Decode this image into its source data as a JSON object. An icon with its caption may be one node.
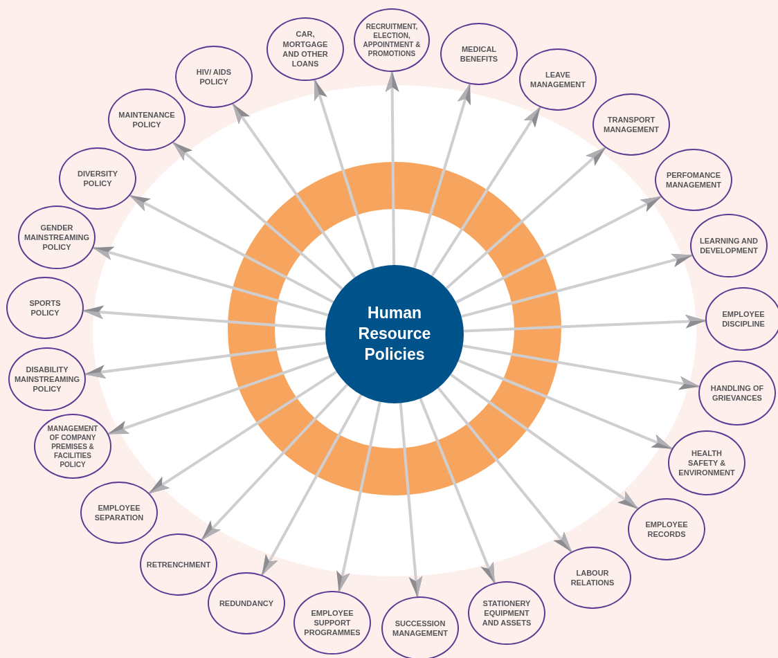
{
  "diagram": {
    "nodes": [
      {
        "text": [
          "Human Resource Policies"
        ]
      },
      {
        "text": [
          "RECRUITMENT, ELECTION, APPOINTMENT & PROMOTIONS"
        ]
      },
      {
        "text": [
          "MEDICAL BENEFITS"
        ]
      },
      {
        "text": [
          "LEAVE MANAGEMENT"
        ]
      },
      {
        "text": [
          "TRANSPORT MANAGEMENT"
        ]
      },
      {
        "text": [
          "PERFOMANCE MANAGEMENT"
        ]
      },
      {
        "text": [
          "LEARNING AND DEVELOPMENT"
        ]
      },
      {
        "text": [
          "EMPLOYEE DISCIPLINE"
        ]
      },
      {
        "text": [
          "HANDLING OF GRIEVANCES"
        ]
      },
      {
        "text": [
          "HEALTH SAFETY & ENVIRONMENT"
        ]
      },
      {
        "text": [
          "EMPLOYEE RECORDS"
        ]
      },
      {
        "text": [
          "LABOUR RELATIONS"
        ]
      },
      {
        "text": [
          "STATIONERY EQUIPMENT AND ASSETS"
        ]
      },
      {
        "text": [
          "SUCCESSION MANAGEMENT"
        ]
      },
      {
        "text": [
          "EMPLOYEE SUPPORT PROGRAMMES"
        ]
      },
      {
        "text": [
          "REDUNDANCY"
        ]
      },
      {
        "text": [
          "RETRENCHMENT"
        ]
      },
      {
        "text": [
          "EMPLOYEE SEPARATION"
        ]
      },
      {
        "text": [
          "MANAGEMENT OF COMPANY PREMISES & FACILITIES POLICY"
        ]
      },
      {
        "text": [
          "DISABILITY MAINSTREAMING POLICY"
        ]
      },
      {
        "text": [
          "SPORTS POLICY"
        ]
      },
      {
        "text": [
          "GENDER MAINSTREAMING POLICY"
        ]
      },
      {
        "text": [
          "DIVERSITY POLICY"
        ]
      },
      {
        "text": [
          "MAINTENANCE POLICY"
        ]
      },
      {
        "text": [
          "HIV/ AIDS POLICY"
        ]
      },
      {
        "text": [
          "CAR, MORTGAGE AND OTHER LOANS"
        ]
      }
    ],
    "edges": [
      {
        "from": 0,
        "to": 1,
        "arrow": "to"
      },
      {
        "from": 0,
        "to": 2,
        "arrow": "to"
      },
      {
        "from": 0,
        "to": 3,
        "arrow": "to"
      },
      {
        "from": 0,
        "to": 4,
        "arrow": "to"
      },
      {
        "from": 0,
        "to": 5,
        "arrow": "to"
      },
      {
        "from": 0,
        "to": 6,
        "arrow": "to"
      },
      {
        "from": 0,
        "to": 7,
        "arrow": "to"
      },
      {
        "from": 0,
        "to": 8,
        "arrow": "to"
      },
      {
        "from": 0,
        "to": 9,
        "arrow": "to"
      },
      {
        "from": 0,
        "to": 10,
        "arrow": "to"
      },
      {
        "from": 0,
        "to": 11,
        "arrow": "to"
      },
      {
        "from": 0,
        "to": 12,
        "arrow": "to"
      },
      {
        "from": 0,
        "to": 13,
        "arrow": "to"
      },
      {
        "from": 0,
        "to": 14,
        "arrow": "to"
      },
      {
        "from": 0,
        "to": 15,
        "arrow": "to"
      },
      {
        "from": 0,
        "to": 16,
        "arrow": "to"
      },
      {
        "from": 0,
        "to": 17,
        "arrow": "to"
      },
      {
        "from": 0,
        "to": 18,
        "arrow": "to"
      },
      {
        "from": 0,
        "to": 19,
        "arrow": "to"
      },
      {
        "from": 0,
        "to": 20,
        "arrow": "to"
      },
      {
        "from": 0,
        "to": 21,
        "arrow": "to"
      },
      {
        "from": 0,
        "to": 22,
        "arrow": "to"
      },
      {
        "from": 0,
        "to": 23,
        "arrow": "to"
      },
      {
        "from": 0,
        "to": 24,
        "arrow": "to"
      },
      {
        "from": 0,
        "to": 25,
        "arrow": "to"
      }
    ]
  }
}
